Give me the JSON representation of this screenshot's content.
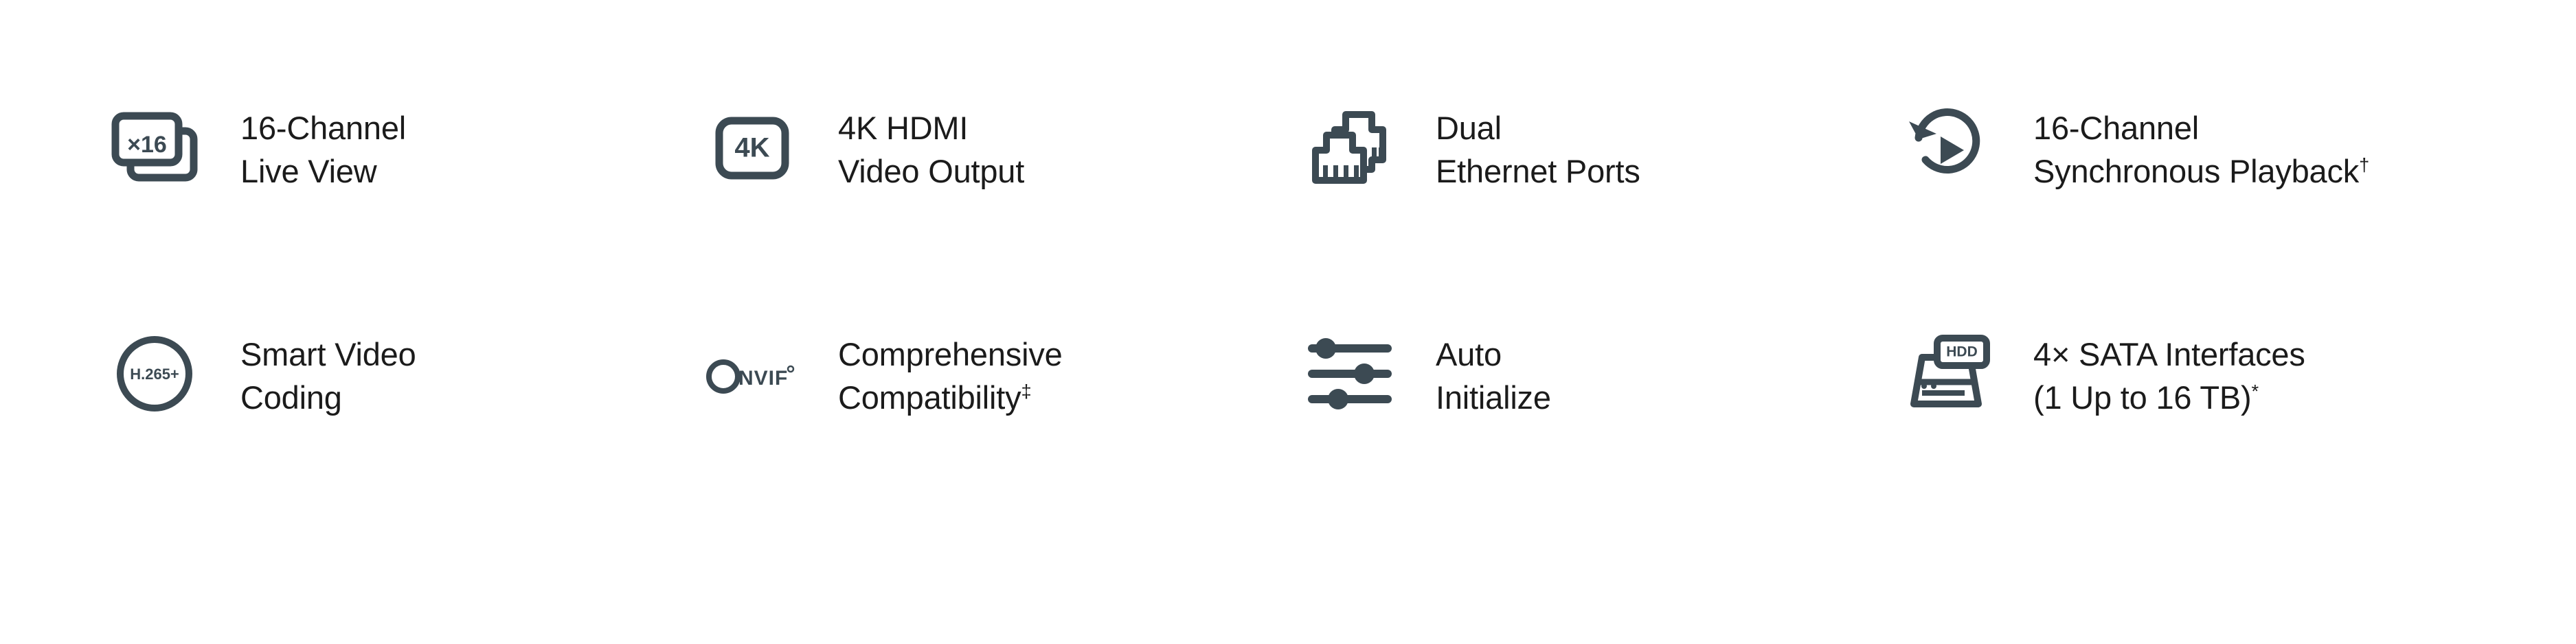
{
  "theme": {
    "background": "#ffffff",
    "icon_color": "#3c4a53",
    "text_color": "#1b1b1b"
  },
  "features": [
    {
      "icon": "multi-channel-live-view-icon",
      "icon_label": "×16",
      "line1": "16-Channel",
      "line2": "Live View",
      "marker": ""
    },
    {
      "icon": "4k-hdmi-icon",
      "icon_label": "4K",
      "line1": "4K HDMI",
      "line2": "Video Output",
      "marker": ""
    },
    {
      "icon": "dual-ethernet-port-icon",
      "icon_label": "",
      "line1": "Dual",
      "line2": "Ethernet Ports",
      "marker": ""
    },
    {
      "icon": "synchronous-playback-icon",
      "icon_label": "",
      "line1": "16-Channel",
      "line2": "Synchronous Playback",
      "marker": "†"
    },
    {
      "icon": "h265-plus-icon",
      "icon_label": "H.265+",
      "line1": "Smart Video",
      "line2": "Coding",
      "marker": ""
    },
    {
      "icon": "onvif-logo-icon",
      "icon_label": "Onvif",
      "line1": "Comprehensive",
      "line2": "Compatibility",
      "marker": "‡"
    },
    {
      "icon": "auto-initialize-sliders-icon",
      "icon_label": "",
      "line1": "Auto",
      "line2": "Initialize",
      "marker": ""
    },
    {
      "icon": "sata-hdd-icon",
      "icon_label": "HDD",
      "line1": "4× SATA Interfaces",
      "line2": "(1 Up to 16 TB)",
      "marker": "*"
    }
  ]
}
